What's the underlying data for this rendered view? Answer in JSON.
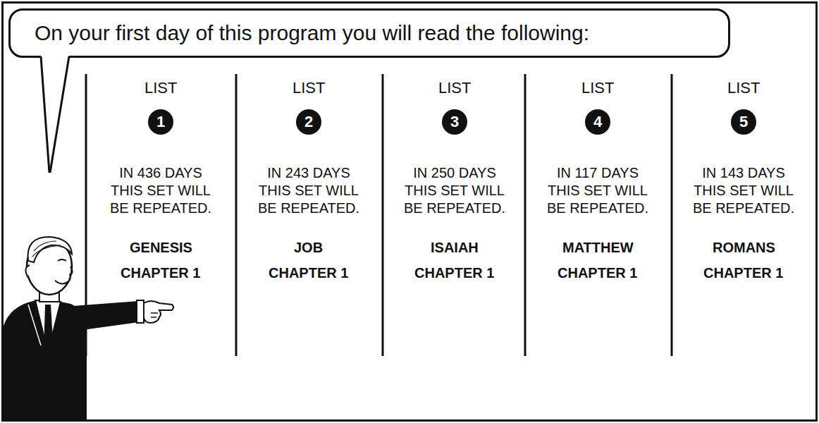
{
  "diagram": {
    "nodes": [
      {
        "text": [
          "On your first day of this program you will read the following:"
        ]
      },
      {
        "text": [
          "1"
        ]
      },
      {
        "text": [
          "2"
        ]
      },
      {
        "text": [
          "3"
        ]
      },
      {
        "text": [
          "4"
        ]
      },
      {
        "text": [
          "5"
        ]
      }
    ],
    "labels": [
      "LIST",
      "IN 436 DAYS THIS SET WILL BE REPEATED.",
      "GENESIS",
      "CHAPTER 1",
      "LIST",
      "IN 243 DAYS THIS SET WILL BE REPEATED.",
      "JOB",
      "CHAPTER 1",
      "LIST",
      "IN 250 DAYS THIS SET WILL BE REPEATED.",
      "ISAIAH",
      "CHAPTER 1",
      "LIST",
      "IN 117 DAYS THIS SET WILL BE REPEATED.",
      "MATTHEW",
      "CHAPTER 1",
      "LIST",
      "IN 143 DAYS THIS SET WILL BE REPEATED.",
      "ROMANS",
      "CHAPTER 1"
    ]
  }
}
